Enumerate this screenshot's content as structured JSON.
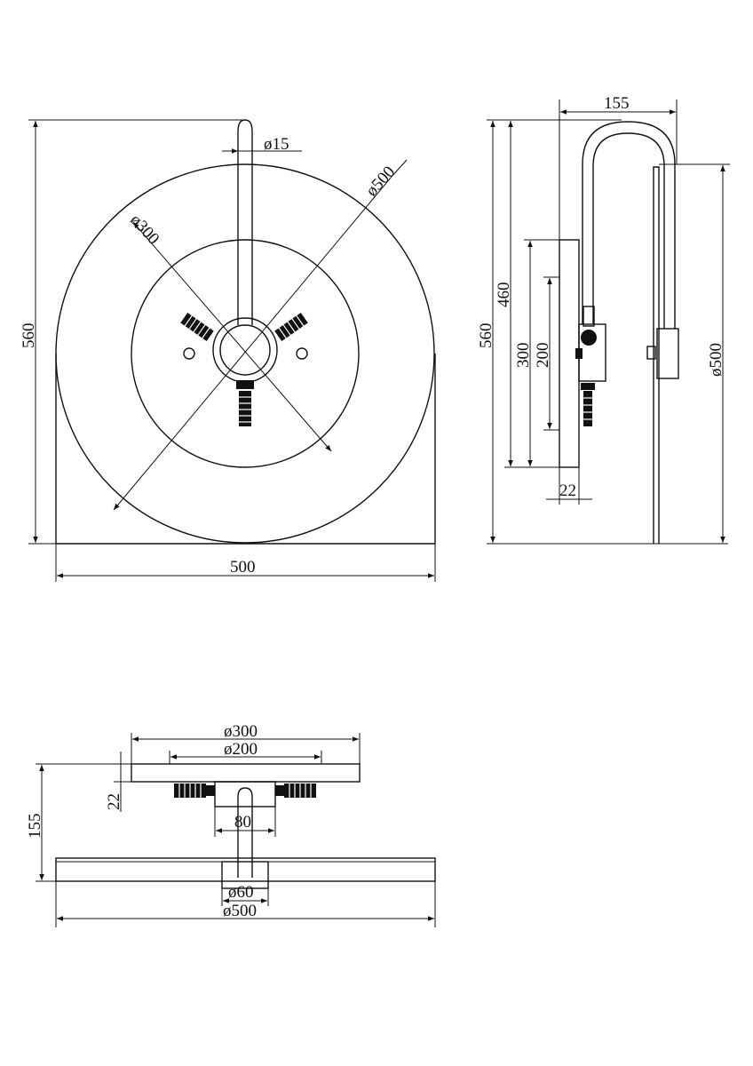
{
  "front_view": {
    "overall_height": "560",
    "overall_width": "500",
    "pipe_diameter": "ø15",
    "outer_disc_diameter": "ø500",
    "inner_disc_diameter": "ø300"
  },
  "side_view": {
    "arm_reach": "155",
    "overall_height": "560",
    "plate_height": "460",
    "flange_outer": "300",
    "flange_inner": "200",
    "disc_diameter": "ø500",
    "flange_thickness": "22"
  },
  "top_view": {
    "flange_outer_diameter": "ø300",
    "flange_inner_diameter": "ø200",
    "flange_thickness": "22",
    "overall_depth": "155",
    "body_width": "80",
    "pipe_diameter": "ø60",
    "disc_diameter": "ø500"
  }
}
